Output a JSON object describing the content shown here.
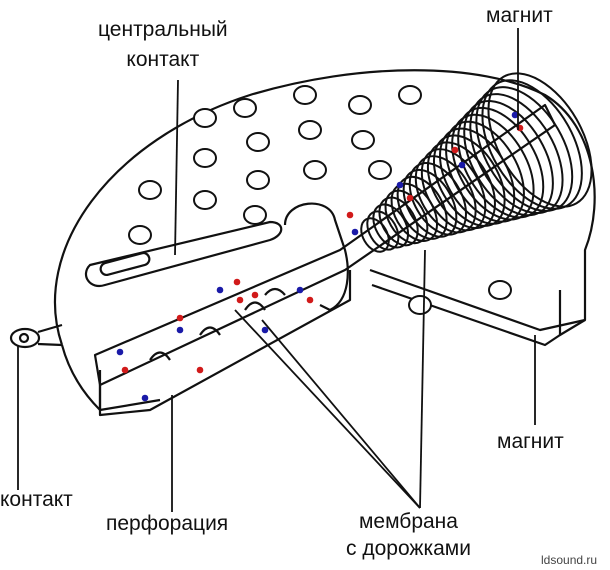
{
  "labels": {
    "central_contact_line1": "центральный",
    "central_contact_line2": "контакт",
    "magnet_top": "магнит",
    "magnet_right": "магнит",
    "contact": "контакт",
    "perforation": "перфорация",
    "membrane_line1": "мембрана",
    "membrane_line2": "с дорожками"
  },
  "watermark": "ldsound.ru",
  "colors": {
    "dot_red": "#d11a1a",
    "dot_blue": "#1a1aa8",
    "line": "#111111"
  }
}
